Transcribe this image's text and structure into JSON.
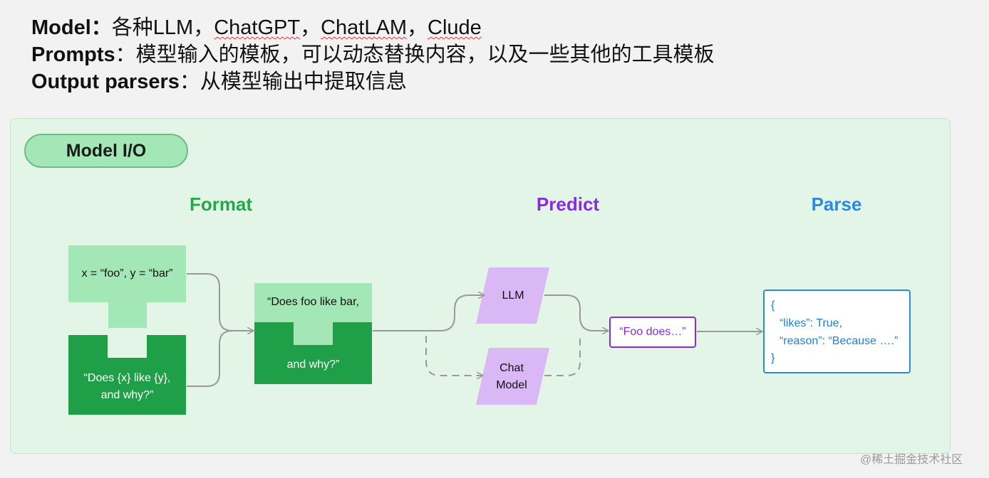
{
  "intro": {
    "line1": {
      "label": "Model",
      "sep": "：",
      "text_a": "各种LLM，",
      "chatgpt": "ChatGPT",
      "comma1": "，",
      "chatlam": "ChatLAM",
      "comma2": "，",
      "clude": "Clude"
    },
    "line2": {
      "label": "Prompts",
      "sep": "：",
      "text": "模型输入的模板，可以动态替换内容，以及一些其他的工具模板"
    },
    "line3": {
      "label": "Output parsers",
      "sep": "：",
      "text": "从模型输出中提取信息"
    }
  },
  "diagram": {
    "title": "Model I/O",
    "stages": {
      "format": "Format",
      "predict": "Predict",
      "parse": "Parse"
    },
    "format": {
      "variables": "x = “foo”, y = “bar”",
      "template_line1": "“Does {x} like {y},",
      "template_line2": "and why?”",
      "prompt_line1": "“Does foo like bar,",
      "prompt_line2": "and why?”"
    },
    "predict": {
      "llm": "LLM",
      "chat_model_line1": "Chat",
      "chat_model_line2": "Model",
      "output": "“Foo does…”"
    },
    "parse": {
      "open": "{",
      "line1": "“likes”: True,",
      "line2": "“reason”: “Because ….”",
      "close": "}"
    },
    "colors": {
      "format": "#28a54d",
      "predict": "#8a2be2",
      "parse": "#2b8ae6",
      "light_green": "#a4e7b6",
      "dark_green": "#1fa048",
      "lavender": "#d9b8f5"
    }
  },
  "watermark": "@稀土掘金技术社区"
}
